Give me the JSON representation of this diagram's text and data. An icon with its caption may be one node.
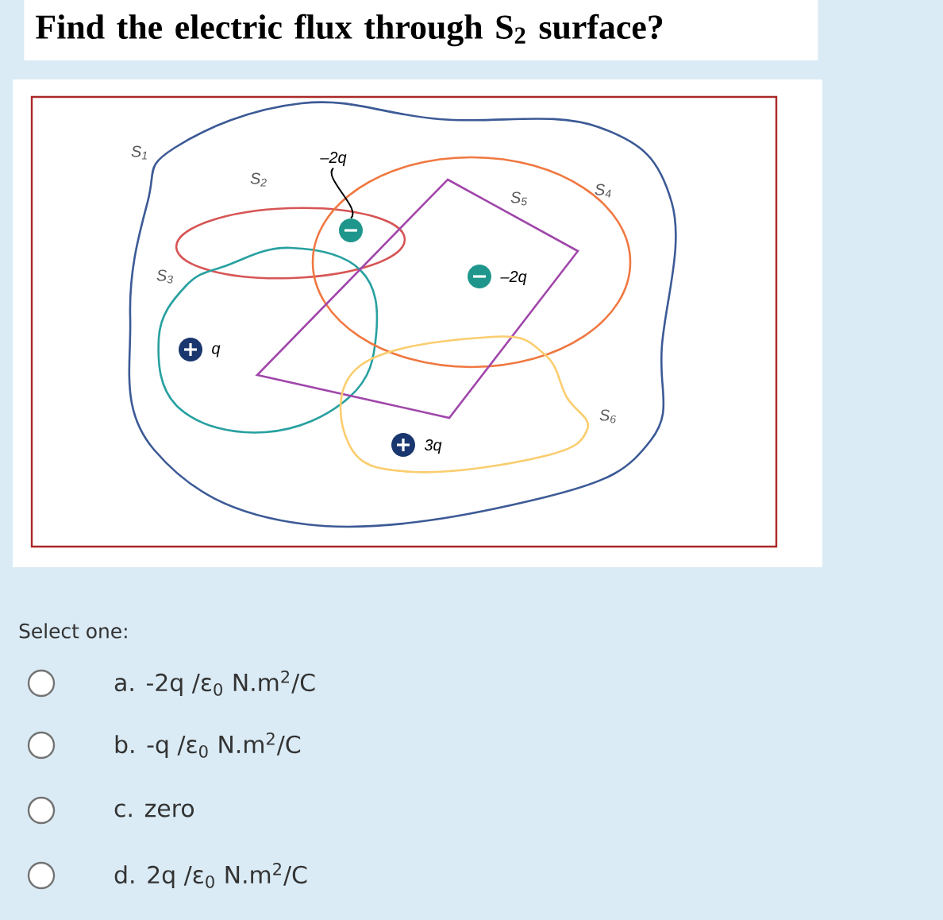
{
  "diagram": {
    "title": "Find the electric flux through S$_{2}$ surface?",
    "nodes": [
      {
        "text": [
          "–2q"
        ]
      },
      {
        "text": [],
        "shape": "circle"
      },
      {
        "text": [],
        "shape": "circle",
        "beside": [
          "–2q"
        ]
      },
      {
        "text": [],
        "shape": "circle",
        "beside": [
          "q"
        ]
      },
      {
        "text": [],
        "shape": "circle",
        "beside": [
          "3q"
        ]
      }
    ],
    "edges": [
      {
        "from": 0,
        "to": 1,
        "arrow": "none"
      }
    ],
    "labels": [
      "S$_{1}$",
      "S$_{2}$",
      "S$_{3}$",
      "S$_{4}$",
      "S$_{5}$",
      "S$_{6}$",
      "Select one:",
      "a. -2q /ε$_{0}$ N.m$^{2}$/C",
      "b. -q /ε$_{0}$ N.m$^{2}$/C",
      "c. zero",
      "d. 2q /ε$_{0}$ N.m$^{2}$/C"
    ]
  }
}
